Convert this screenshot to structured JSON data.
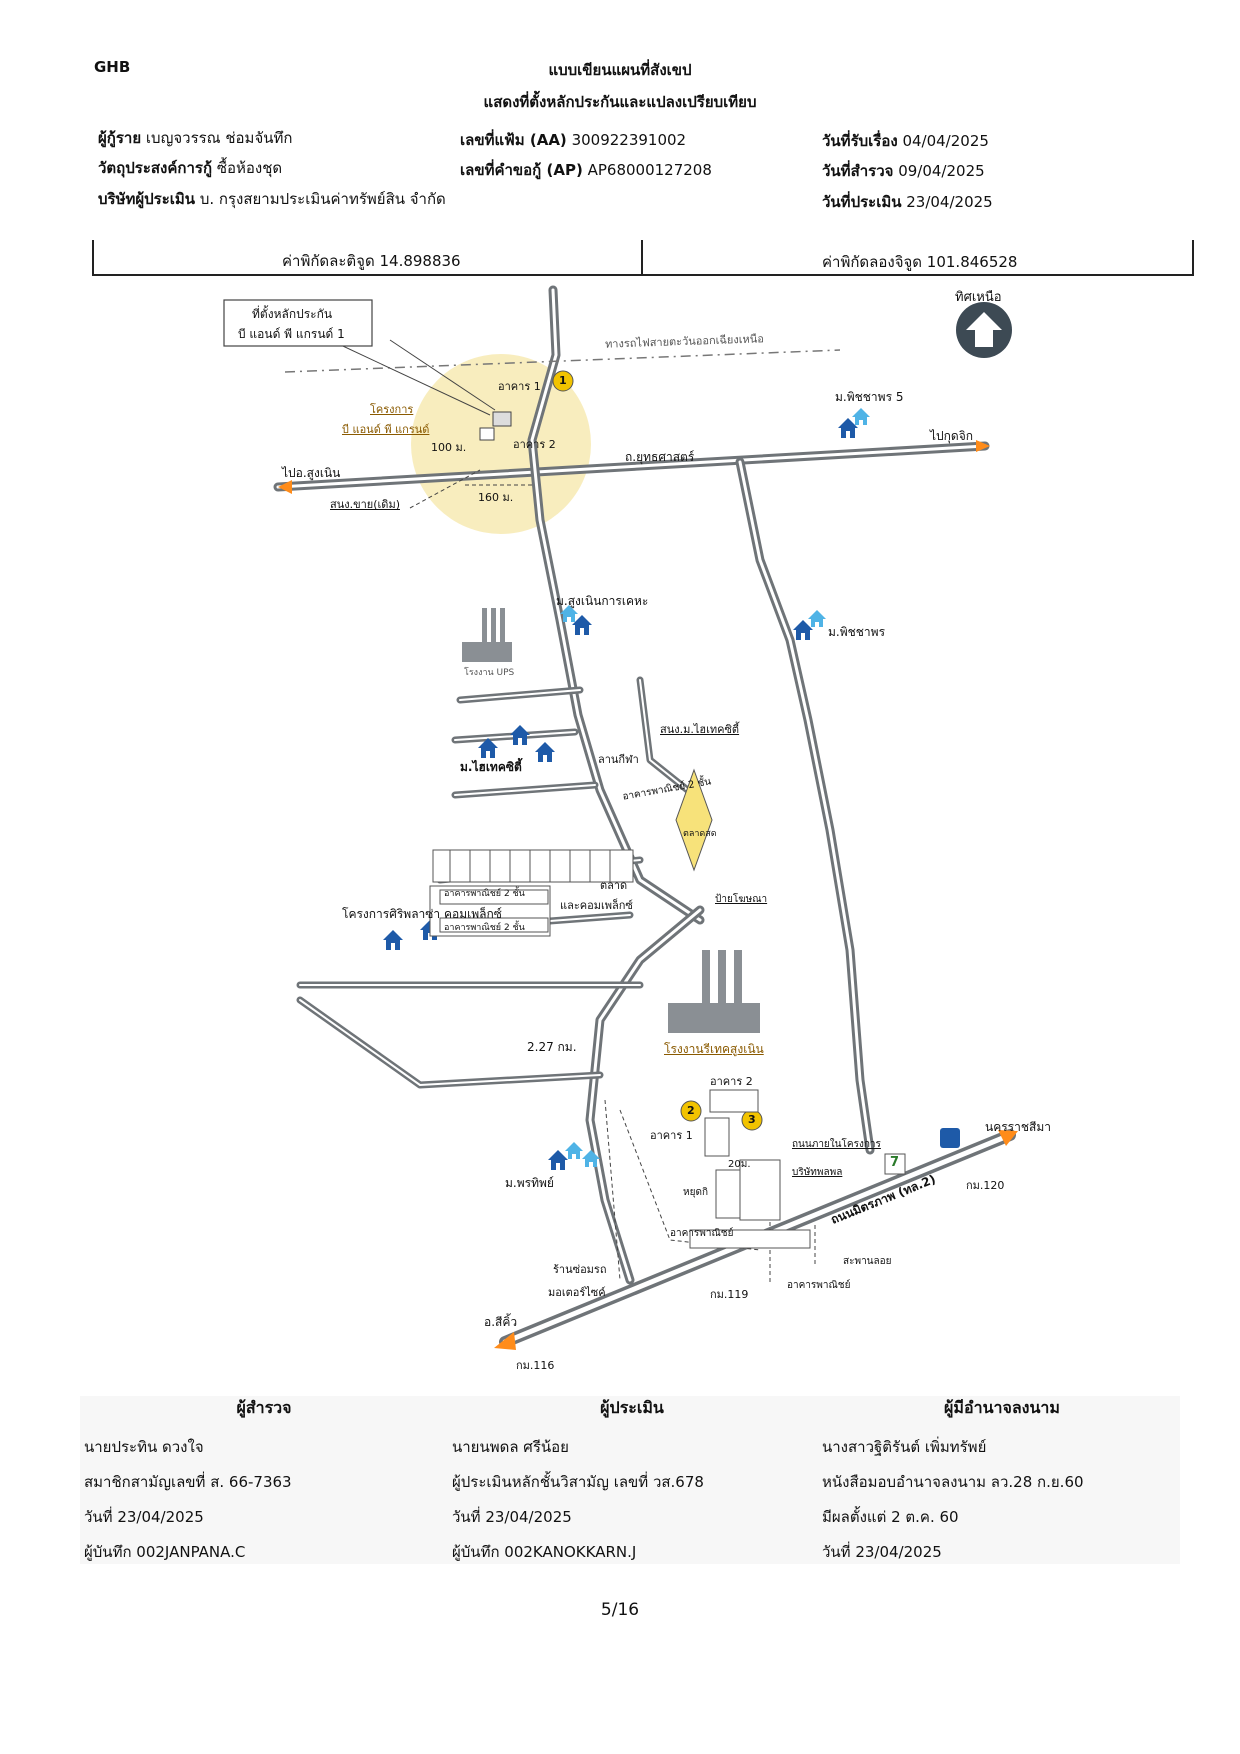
{
  "header": {
    "org": "GHB",
    "title1": "แบบเขียนแผนที่สังเขป",
    "title2": "แสดงที่ตั้งหลักประกันและแปลงเปรียบเทียบ"
  },
  "info": {
    "borrower_label": "ผู้กู้ราย",
    "borrower": "เบญจวรรณ ช่อมจันทึก",
    "purpose_label": "วัตถุประสงค์การกู้",
    "purpose": "ซื้อห้องชุด",
    "appraiser_co_label": "บริษัทผู้ประเมิน",
    "appraiser_co": "บ. กรุงสยามประเมินค่าทรัพย์สิน จำกัด",
    "file_label": "เลขที่แฟ้ม (AA)",
    "file_no": "300922391002",
    "request_label": "เลขที่คำขอกู้ (AP)",
    "request_no": "AP68000127208",
    "received_label": "วันที่รับเรื่อง",
    "received": "04/04/2025",
    "survey_label": "วันที่สำรวจ",
    "survey": "09/04/2025",
    "appraise_label": "วันที่ประเมิน",
    "appraise": "23/04/2025"
  },
  "coords": {
    "lat_label": "ค่าพิกัดละติจูด",
    "lat": "14.898836",
    "lon_label": "ค่าพิกัดลองจิจูด",
    "lon": "101.846528"
  },
  "map": {
    "north_label": "ทิศเหนือ",
    "collateral_box_1": "ที่ตั้งหลักประกัน",
    "collateral_box_2": "บี แอนด์ พี แกรนด์ 1",
    "powerline": "ทางรถไฟสายตะวันออกเฉียงเหนือ",
    "project_1": "โครงการ",
    "project_2": "บี แอนด์ พี แกรนด์",
    "bldg1": "อาคาร 1",
    "bldg2": "อาคาร 2",
    "dist_100": "100 ม.",
    "dist_160": "160 ม.",
    "road_yutthasart": "ถ.ยุทธศาสตร์",
    "to_sungnoen": "ไปอ.สูงเนิน",
    "to_pakchong": "ไปกุดจิก",
    "soi_chai": "สนง.ขาย(เดิม)",
    "village_phichaya5": "ม.พิชชาพร 5",
    "village_sungnoen": "ม.สูงเนินการเคหะ",
    "village_phichaya": "ม.พิชชาพร",
    "factory_ups": "โรงงาน UPS",
    "village_hitech": "ม.ไฮเทคซิตี้",
    "office_hitech": "สนง.ม.ไฮเทคซิตี้",
    "park": "ลานกีฬา",
    "commercial2": "อาคารพาณิชย์ 2 ชั้น",
    "market_small": "ตลาดสด",
    "market": "ตลาด",
    "market2": "และคอมเพล็กซ์",
    "siripol": "โครงการศิริพลาซ่า คอมเพล็กซ์",
    "com_a": "อาคารพาณิชย์ 2 ชั้น",
    "com_b": "อาคารพาณิชย์ 2 ชั้น",
    "gas_station": "ป้ายโฆษณา",
    "dist_227": "2.27 กม.",
    "factory_sungnoen": "โรงงานรีเทคสูงเนิน",
    "bldg_2": "อาคาร 2",
    "bldg_1": "อาคาร 1",
    "road_in": "ถนนภายในโครงการ",
    "width_20": "20ม.",
    "land_plot": "บริษัทพลพล",
    "shop": "หยุดกิ",
    "commercial_row": "อาคารพาณิชย์",
    "village_phonthip": "ม.พรทิพย์",
    "garage_1": "ร้านซ่อมรถ",
    "garage_2": "มอเตอร์ไซค์",
    "highway": "ถนนมิตรภาพ (ทล.2)",
    "to_korat": "นครราชสีมา",
    "to_sikhio": "อ.สีคิ้ว",
    "km120": "กม.120",
    "km119": "กม.119",
    "km116": "กม.116",
    "footbridge": "สะพานลอย",
    "commercial_s": "อาคารพาณิชย์",
    "marker_1": "1",
    "marker_2": "2",
    "marker_3": "3",
    "seven": "7",
    "colors": {
      "road": "#6f7478",
      "accent": "#f2c300",
      "house": "#1e5aa8",
      "house_light": "#4fb3e6",
      "arrow": "#ff8c1a",
      "circle": "#f5e7a8",
      "factory": "#8a8f94"
    }
  },
  "signatures": {
    "surveyor": {
      "title": "ผู้สำรวจ",
      "name": "นายประทิน ดวงใจ",
      "member": "สมาชิกสามัญเลขที่ ส. 66-7363",
      "date": "วันที่ 23/04/2025",
      "recorder": "ผู้บันทึก 002JANPANA.C"
    },
    "appraiser": {
      "title": "ผู้ประเมิน",
      "name": "นายนพดล ศรีน้อย",
      "license": "ผู้ประเมินหลักชั้นวิสามัญ เลขที่ วส.678",
      "date": "วันที่ 23/04/2025",
      "recorder": "ผู้บันทึก 002KANOKKARN.J"
    },
    "authorized": {
      "title": "ผู้มีอำนาจลงนาม",
      "name": "นางสาวฐิติรันต์ เพิ่มทรัพย์",
      "letter": "หนังสือมอบอำนาจลงนาม ลว.28 ก.ย.60",
      "effective": "มีผลตั้งแต่ 2 ต.ค. 60",
      "date": "วันที่ 23/04/2025"
    }
  },
  "page": "5/16"
}
